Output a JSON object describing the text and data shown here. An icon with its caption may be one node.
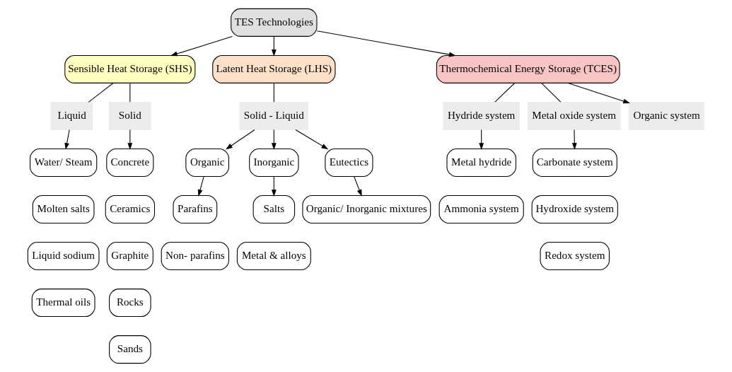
{
  "diagram": {
    "nodes": [
      {
        "text": [
          "TES Technologies"
        ]
      },
      {
        "text": [
          "Sensible Heat Storage (SHS)"
        ]
      },
      {
        "text": [
          "Latent Heat Storage (LHS)"
        ]
      },
      {
        "text": [
          "Thermochemical Energy Storage (TCES)"
        ]
      },
      {
        "text": [
          "Liquid"
        ]
      },
      {
        "text": [
          "Solid"
        ]
      },
      {
        "text": [
          "Solid - Liquid"
        ]
      },
      {
        "text": [
          "Hydride system"
        ]
      },
      {
        "text": [
          "Metal oxide system"
        ]
      },
      {
        "text": [
          "Organic system"
        ]
      },
      {
        "text": [
          "Water/ Steam"
        ]
      },
      {
        "text": [
          "Molten salts"
        ]
      },
      {
        "text": [
          "Liquid sodium"
        ]
      },
      {
        "text": [
          "Thermal oils"
        ]
      },
      {
        "text": [
          "Concrete"
        ]
      },
      {
        "text": [
          "Ceramics"
        ]
      },
      {
        "text": [
          "Graphite"
        ]
      },
      {
        "text": [
          "Rocks"
        ]
      },
      {
        "text": [
          "Sands"
        ]
      },
      {
        "text": [
          "Organic"
        ]
      },
      {
        "text": [
          "Inorganic"
        ]
      },
      {
        "text": [
          "Eutectics"
        ]
      },
      {
        "text": [
          "Parafins"
        ]
      },
      {
        "text": [
          "Non- parafins"
        ]
      },
      {
        "text": [
          "Salts"
        ]
      },
      {
        "text": [
          "Metal & alloys"
        ]
      },
      {
        "text": [
          "Organic/ Inorganic mixtures"
        ]
      },
      {
        "text": [
          "Metal hydride"
        ]
      },
      {
        "text": [
          "Ammonia system"
        ]
      },
      {
        "text": [
          "Carbonate system"
        ]
      },
      {
        "text": [
          "Hydroxide system"
        ]
      },
      {
        "text": [
          "Redox system"
        ]
      }
    ],
    "edges": [
      {
        "from": 0,
        "to": 1,
        "arrow": "to"
      },
      {
        "from": 0,
        "to": 2,
        "arrow": "to"
      },
      {
        "from": 0,
        "to": 3,
        "arrow": "to"
      },
      {
        "from": 1,
        "to": 4,
        "arrow": "none"
      },
      {
        "from": 1,
        "to": 5,
        "arrow": "none"
      },
      {
        "from": 2,
        "to": 6,
        "arrow": "none"
      },
      {
        "from": 3,
        "to": 7,
        "arrow": "none"
      },
      {
        "from": 3,
        "to": 8,
        "arrow": "none"
      },
      {
        "from": 3,
        "to": 9,
        "arrow": "to"
      },
      {
        "from": 4,
        "to": 10,
        "arrow": "to"
      },
      {
        "from": 5,
        "to": 14,
        "arrow": "to"
      },
      {
        "from": 6,
        "to": 19,
        "arrow": "to"
      },
      {
        "from": 6,
        "to": 20,
        "arrow": "to"
      },
      {
        "from": 6,
        "to": 21,
        "arrow": "to"
      },
      {
        "from": 19,
        "to": 22,
        "arrow": "to"
      },
      {
        "from": 20,
        "to": 24,
        "arrow": "to"
      },
      {
        "from": 21,
        "to": 26,
        "arrow": "to"
      },
      {
        "from": 7,
        "to": 27,
        "arrow": "to"
      },
      {
        "from": 8,
        "to": 29,
        "arrow": "to"
      }
    ]
  }
}
